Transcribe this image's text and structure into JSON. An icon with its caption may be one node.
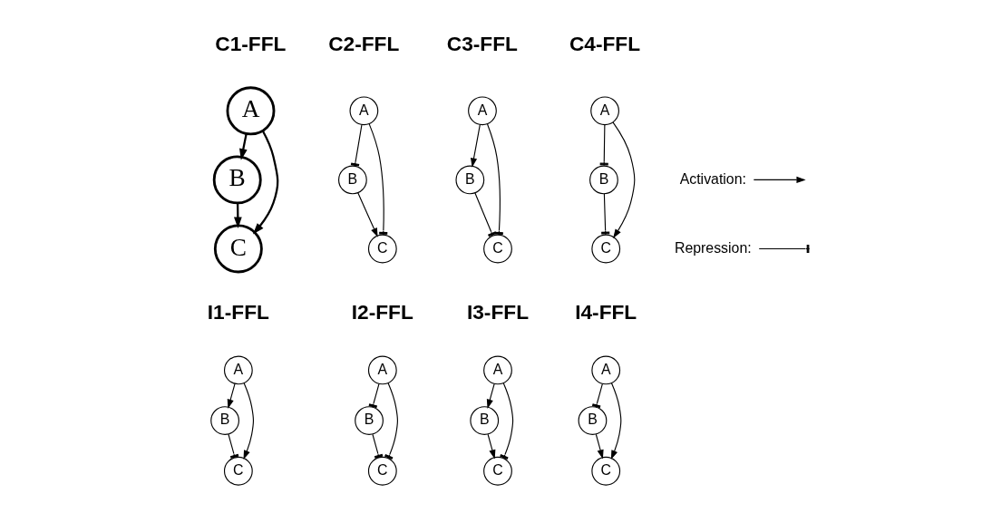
{
  "diagram": {
    "nodes": [
      {
        "text": [
          "A"
        ]
      },
      {
        "text": [
          "B"
        ]
      },
      {
        "text": [
          "C"
        ]
      },
      {
        "text": [
          "A"
        ]
      },
      {
        "text": [
          "B"
        ]
      },
      {
        "text": [
          "C"
        ]
      },
      {
        "text": [
          "A"
        ]
      },
      {
        "text": [
          "B"
        ]
      },
      {
        "text": [
          "C"
        ]
      },
      {
        "text": [
          "A"
        ]
      },
      {
        "text": [
          "B"
        ]
      },
      {
        "text": [
          "C"
        ]
      },
      {
        "text": [
          "A"
        ]
      },
      {
        "text": [
          "B"
        ]
      },
      {
        "text": [
          "C"
        ]
      },
      {
        "text": [
          "A"
        ]
      },
      {
        "text": [
          "B"
        ]
      },
      {
        "text": [
          "C"
        ]
      },
      {
        "text": [
          "A"
        ]
      },
      {
        "text": [
          "B"
        ]
      },
      {
        "text": [
          "C"
        ]
      },
      {
        "text": [
          "A"
        ]
      },
      {
        "text": [
          "B"
        ]
      },
      {
        "text": [
          "C"
        ]
      }
    ],
    "edges": [
      {
        "from": 0,
        "to": 1,
        "arrow": "to"
      },
      {
        "from": 0,
        "to": 2,
        "arrow": "to"
      },
      {
        "from": 1,
        "to": 2,
        "arrow": "to"
      },
      {
        "from": 3,
        "to": 4,
        "arrow": "other"
      },
      {
        "from": 3,
        "to": 5,
        "arrow": "other"
      },
      {
        "from": 4,
        "to": 5,
        "arrow": "to"
      },
      {
        "from": 6,
        "to": 7,
        "arrow": "to"
      },
      {
        "from": 6,
        "to": 8,
        "arrow": "other"
      },
      {
        "from": 7,
        "to": 8,
        "arrow": "other"
      },
      {
        "from": 9,
        "to": 10,
        "arrow": "other"
      },
      {
        "from": 9,
        "to": 11,
        "arrow": "to"
      },
      {
        "from": 10,
        "to": 11,
        "arrow": "other"
      },
      {
        "from": 12,
        "to": 13,
        "arrow": "to"
      },
      {
        "from": 12,
        "to": 14,
        "arrow": "to"
      },
      {
        "from": 13,
        "to": 14,
        "arrow": "other"
      },
      {
        "from": 15,
        "to": 16,
        "arrow": "other"
      },
      {
        "from": 15,
        "to": 17,
        "arrow": "other"
      },
      {
        "from": 16,
        "to": 17,
        "arrow": "other"
      },
      {
        "from": 18,
        "to": 19,
        "arrow": "to"
      },
      {
        "from": 18,
        "to": 20,
        "arrow": "other"
      },
      {
        "from": 19,
        "to": 20,
        "arrow": "to"
      },
      {
        "from": 21,
        "to": 22,
        "arrow": "other"
      },
      {
        "from": 21,
        "to": 23,
        "arrow": "to"
      },
      {
        "from": 22,
        "to": 23,
        "arrow": "to"
      }
    ],
    "labels": [
      "C1-FFL",
      "C2-FFL",
      "C3-FFL",
      "C4-FFL",
      "I1-FFL",
      "I2-FFL",
      "I3-FFL",
      "I4-FFL"
    ],
    "legend": [
      {
        "text": "Activation:"
      },
      {
        "text": "Repression:"
      }
    ]
  }
}
